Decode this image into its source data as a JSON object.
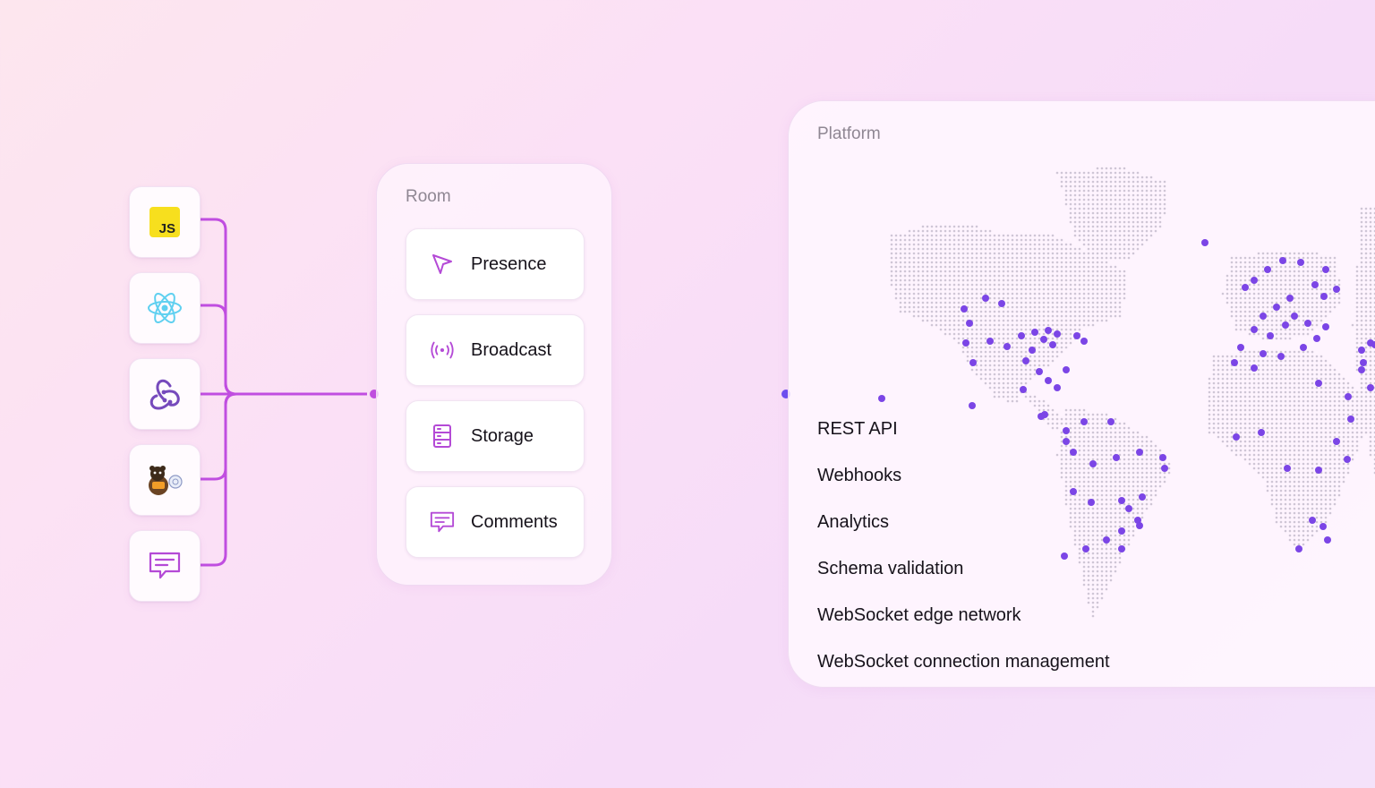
{
  "room": {
    "title": "Room",
    "features": [
      {
        "label": "Presence",
        "icon": "cursor-arrow-icon"
      },
      {
        "label": "Broadcast",
        "icon": "broadcast-icon"
      },
      {
        "label": "Storage",
        "icon": "storage-icon"
      },
      {
        "label": "Comments",
        "icon": "comments-icon"
      }
    ]
  },
  "platform": {
    "title": "Platform",
    "items": [
      "REST API",
      "Webhooks",
      "Analytics",
      "Schema validation",
      "WebSocket edge network",
      "WebSocket connection management"
    ]
  },
  "clients": [
    {
      "icon": "javascript-logo-icon",
      "text": "JS"
    },
    {
      "icon": "react-logo-icon"
    },
    {
      "icon": "redux-logo-icon"
    },
    {
      "icon": "zustand-bear-icon"
    },
    {
      "icon": "comments-icon"
    }
  ],
  "colors": {
    "accent": "#b44ad6",
    "accent_connector": "#c04ee0",
    "platform_connector": "#7a4ff0",
    "map_dot": "#cfc6d6",
    "region_dot": "#7b45e6",
    "js_yellow": "#f7df1e",
    "react_cyan": "#5fd0f0",
    "redux_purple": "#764abc"
  }
}
